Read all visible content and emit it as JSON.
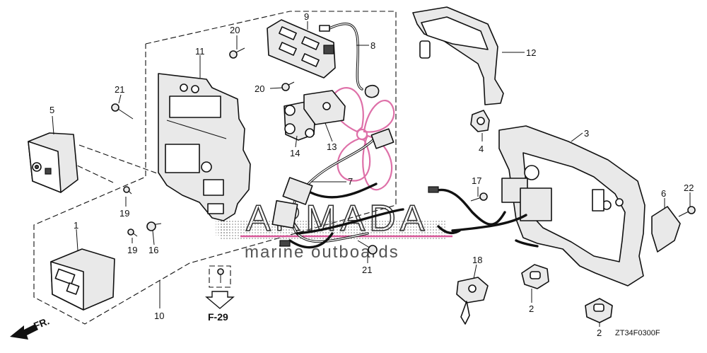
{
  "diagram": {
    "callouts": [
      {
        "id": "c9",
        "text": "9"
      },
      {
        "id": "c8",
        "text": "8"
      },
      {
        "id": "c20a",
        "text": "20"
      },
      {
        "id": "c11",
        "text": "11"
      },
      {
        "id": "c20b",
        "text": "20"
      },
      {
        "id": "c21a",
        "text": "21"
      },
      {
        "id": "c5",
        "text": "5"
      },
      {
        "id": "c14",
        "text": "14"
      },
      {
        "id": "c13",
        "text": "13"
      },
      {
        "id": "c12",
        "text": "12"
      },
      {
        "id": "c3",
        "text": "3"
      },
      {
        "id": "c4",
        "text": "4"
      },
      {
        "id": "c7",
        "text": "7"
      },
      {
        "id": "c17",
        "text": "17"
      },
      {
        "id": "c6",
        "text": "6"
      },
      {
        "id": "c22",
        "text": "22"
      },
      {
        "id": "c19a",
        "text": "19"
      },
      {
        "id": "c1",
        "text": "1"
      },
      {
        "id": "c19b",
        "text": "19"
      },
      {
        "id": "c16",
        "text": "16"
      },
      {
        "id": "c21b",
        "text": "21"
      },
      {
        "id": "c18",
        "text": "18"
      },
      {
        "id": "c10",
        "text": "10"
      },
      {
        "id": "c2a",
        "text": "2"
      },
      {
        "id": "c2b",
        "text": "2"
      }
    ],
    "page_ref": "F-29",
    "front_marker": "FR.",
    "drawing_code": "ZT34F0300F"
  },
  "watermark": {
    "brand": "ARMADA",
    "tagline": "marine outboards",
    "accent_color": "#d9589a"
  }
}
